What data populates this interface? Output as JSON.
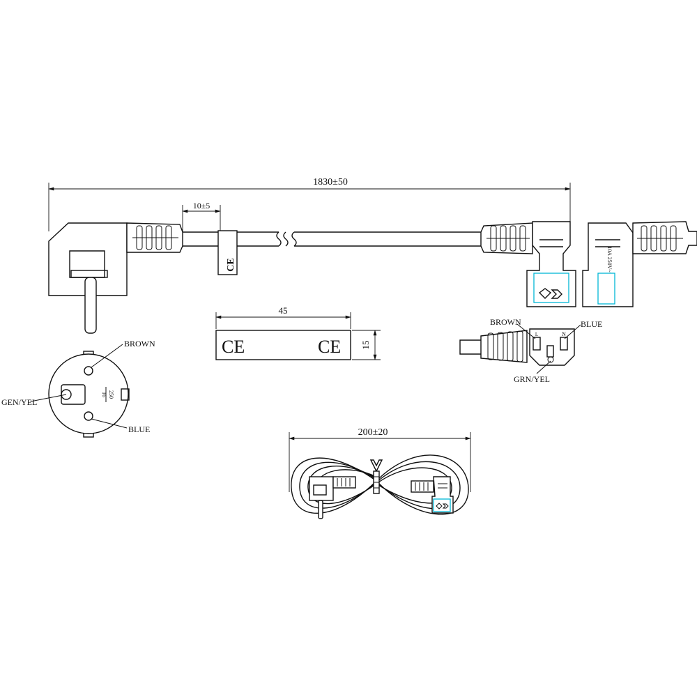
{
  "dimensions": {
    "total_length": "1830±50",
    "strip_length": "10±5",
    "label_width": "45",
    "label_height": "15",
    "coil_width": "200±20"
  },
  "label": {
    "mark_left": "CE",
    "mark_right": "CE",
    "cable_flag_mark": "CE"
  },
  "plug_face": {
    "wire_brown": "BROWN",
    "wire_green_yellow": "GEN/YEL",
    "wire_blue": "BLUE",
    "rating_top": "16",
    "rating_bottom": "250"
  },
  "connector_face": {
    "wire_brown": "BROWN",
    "wire_blue": "BLUE",
    "wire_green_yellow": "GRN/YEL",
    "pin_l": "L",
    "pin_n": "N",
    "rating": "10A 250V~"
  },
  "colors": {
    "line": "#111111",
    "highlight": "#00b7d6"
  }
}
